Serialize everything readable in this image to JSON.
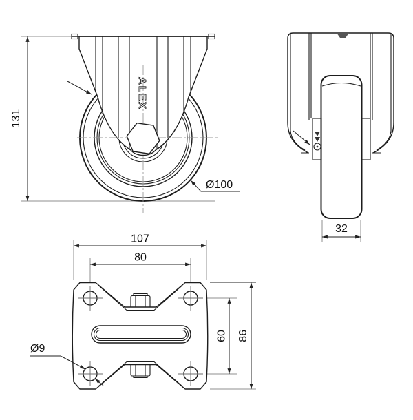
{
  "front_view": {
    "height_dim": "131",
    "wheel_diameter_dim": "Ø100",
    "brand_text": "ALEX"
  },
  "side_view": {
    "width_dim": "32"
  },
  "plate_view": {
    "overall_width_dim": "107",
    "hole_spacing_width_dim": "80",
    "hole_spacing_height_dim": "60",
    "overall_height_dim": "86",
    "hole_diameter_dim": "Ø9"
  },
  "colors": {
    "geometry": "#1d1d1d",
    "dimension": "#222222",
    "extension": "#8f8f8f",
    "background": "#ffffff"
  }
}
